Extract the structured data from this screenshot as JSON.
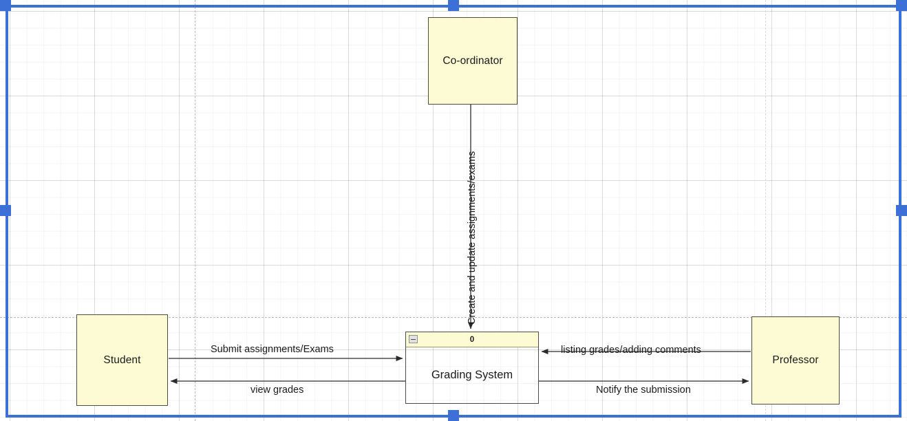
{
  "diagram": {
    "type": "context-diagram",
    "title": "Grading System",
    "nodes": [
      {
        "id": "coordinator",
        "label": "Co-ordinator",
        "kind": "external-entity"
      },
      {
        "id": "student",
        "label": "Student",
        "kind": "external-entity"
      },
      {
        "id": "professor",
        "label": "Professor",
        "kind": "external-entity"
      },
      {
        "id": "system",
        "label": "Grading System",
        "kind": "process",
        "header_number": "0",
        "collapse_icon": "minus-icon"
      }
    ],
    "edges": [
      {
        "id": "e1",
        "from": "coordinator",
        "to": "system",
        "label": "Create and update assignments/exams",
        "orientation": "vertical"
      },
      {
        "id": "e2",
        "from": "student",
        "to": "system",
        "label": "Submit assignments/Exams",
        "orientation": "horizontal"
      },
      {
        "id": "e3",
        "from": "system",
        "to": "student",
        "label": "view grades",
        "orientation": "horizontal"
      },
      {
        "id": "e4",
        "from": "professor",
        "to": "system",
        "label": "listing grades/adding comments",
        "orientation": "horizontal"
      },
      {
        "id": "e5",
        "from": "system",
        "to": "professor",
        "label": "Notify the submission",
        "orientation": "horizontal"
      }
    ]
  },
  "canvas": {
    "selection_handles": [
      "top-left",
      "top-center",
      "top-right",
      "middle-left",
      "middle-right",
      "bottom-center"
    ],
    "grid": "on",
    "page_breaks": "on"
  },
  "colors": {
    "node_fill": "#fcfbd4",
    "node_stroke": "#4d4d3d",
    "selection": "#3d70d6",
    "edge_stroke": "#2b2b2b",
    "grid_minor": "#f0f0f0",
    "grid_major": "#e3e3e3",
    "page_break": "#b9b9c6"
  }
}
